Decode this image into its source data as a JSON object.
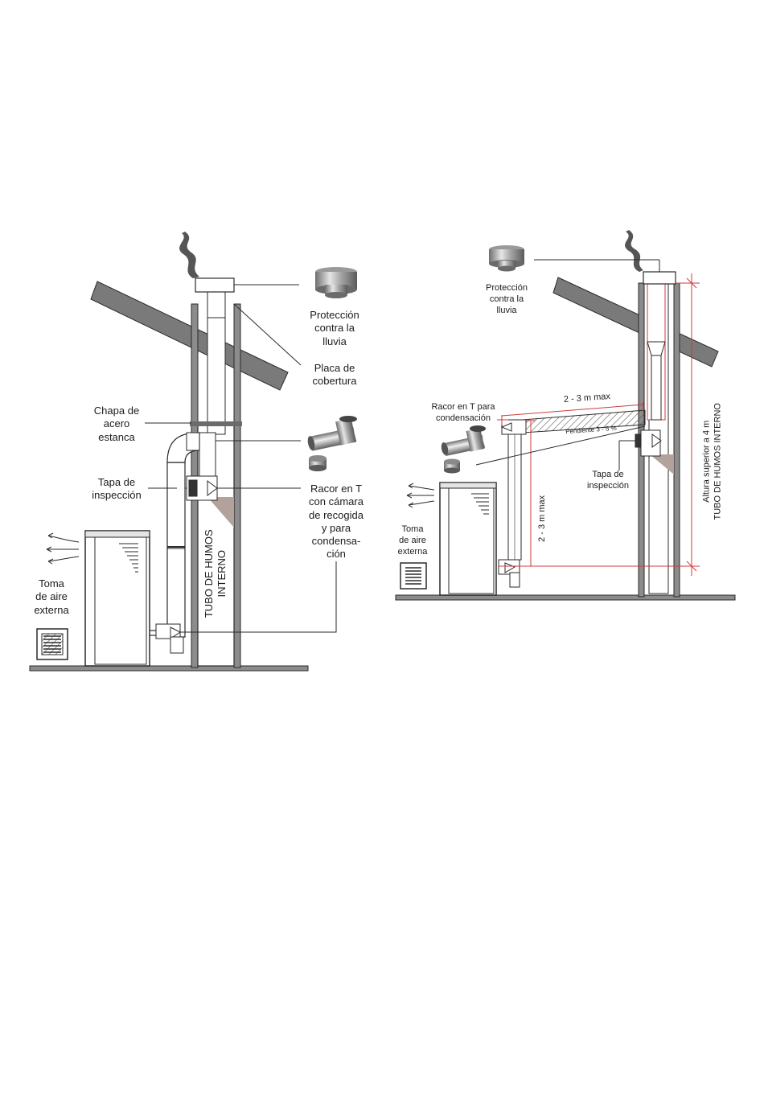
{
  "left_diagram": {
    "rain_cap_label": [
      "Protección",
      "contra la",
      "lluvia"
    ],
    "cover_plate_label": [
      "Placa de",
      "cobertura"
    ],
    "steel_plate_label": [
      "Chapa de",
      "acero",
      "estanca"
    ],
    "inspection_cap_label": [
      "Tapa de",
      "inspección"
    ],
    "tee_label": [
      "Racor en T",
      "con cámara",
      "de recogida",
      "y para",
      "condensa-",
      "ción"
    ],
    "air_intake_label": [
      "Toma",
      "de aire",
      "externa"
    ],
    "internal_flue_label": [
      "TUBO DE HUMOS",
      "INTERNO"
    ]
  },
  "right_diagram": {
    "rain_cap_label": [
      "Protección",
      "contra la",
      "lluvia"
    ],
    "tee_label": [
      "Racor en T para",
      "condensación"
    ],
    "horizontal_run_label": "2 - 3 m max",
    "slope_label": "Pendiente 3 - 5 %",
    "inspection_cap_label": [
      "Tapa de",
      "inspección"
    ],
    "vertical_run_label": "2 - 3 m max",
    "air_intake_label": [
      "Toma",
      "de aire",
      "externa"
    ],
    "height_label": [
      "Altura superior a 4 m",
      "TUBO DE HUMOS INTERNO"
    ]
  },
  "colors": {
    "line": "#2a2a2a",
    "wall": "#8c8c8c",
    "roof": "#777777",
    "pipe": "#ffffff",
    "soot": "#b3a29c",
    "dimension": "#d23a3a"
  }
}
